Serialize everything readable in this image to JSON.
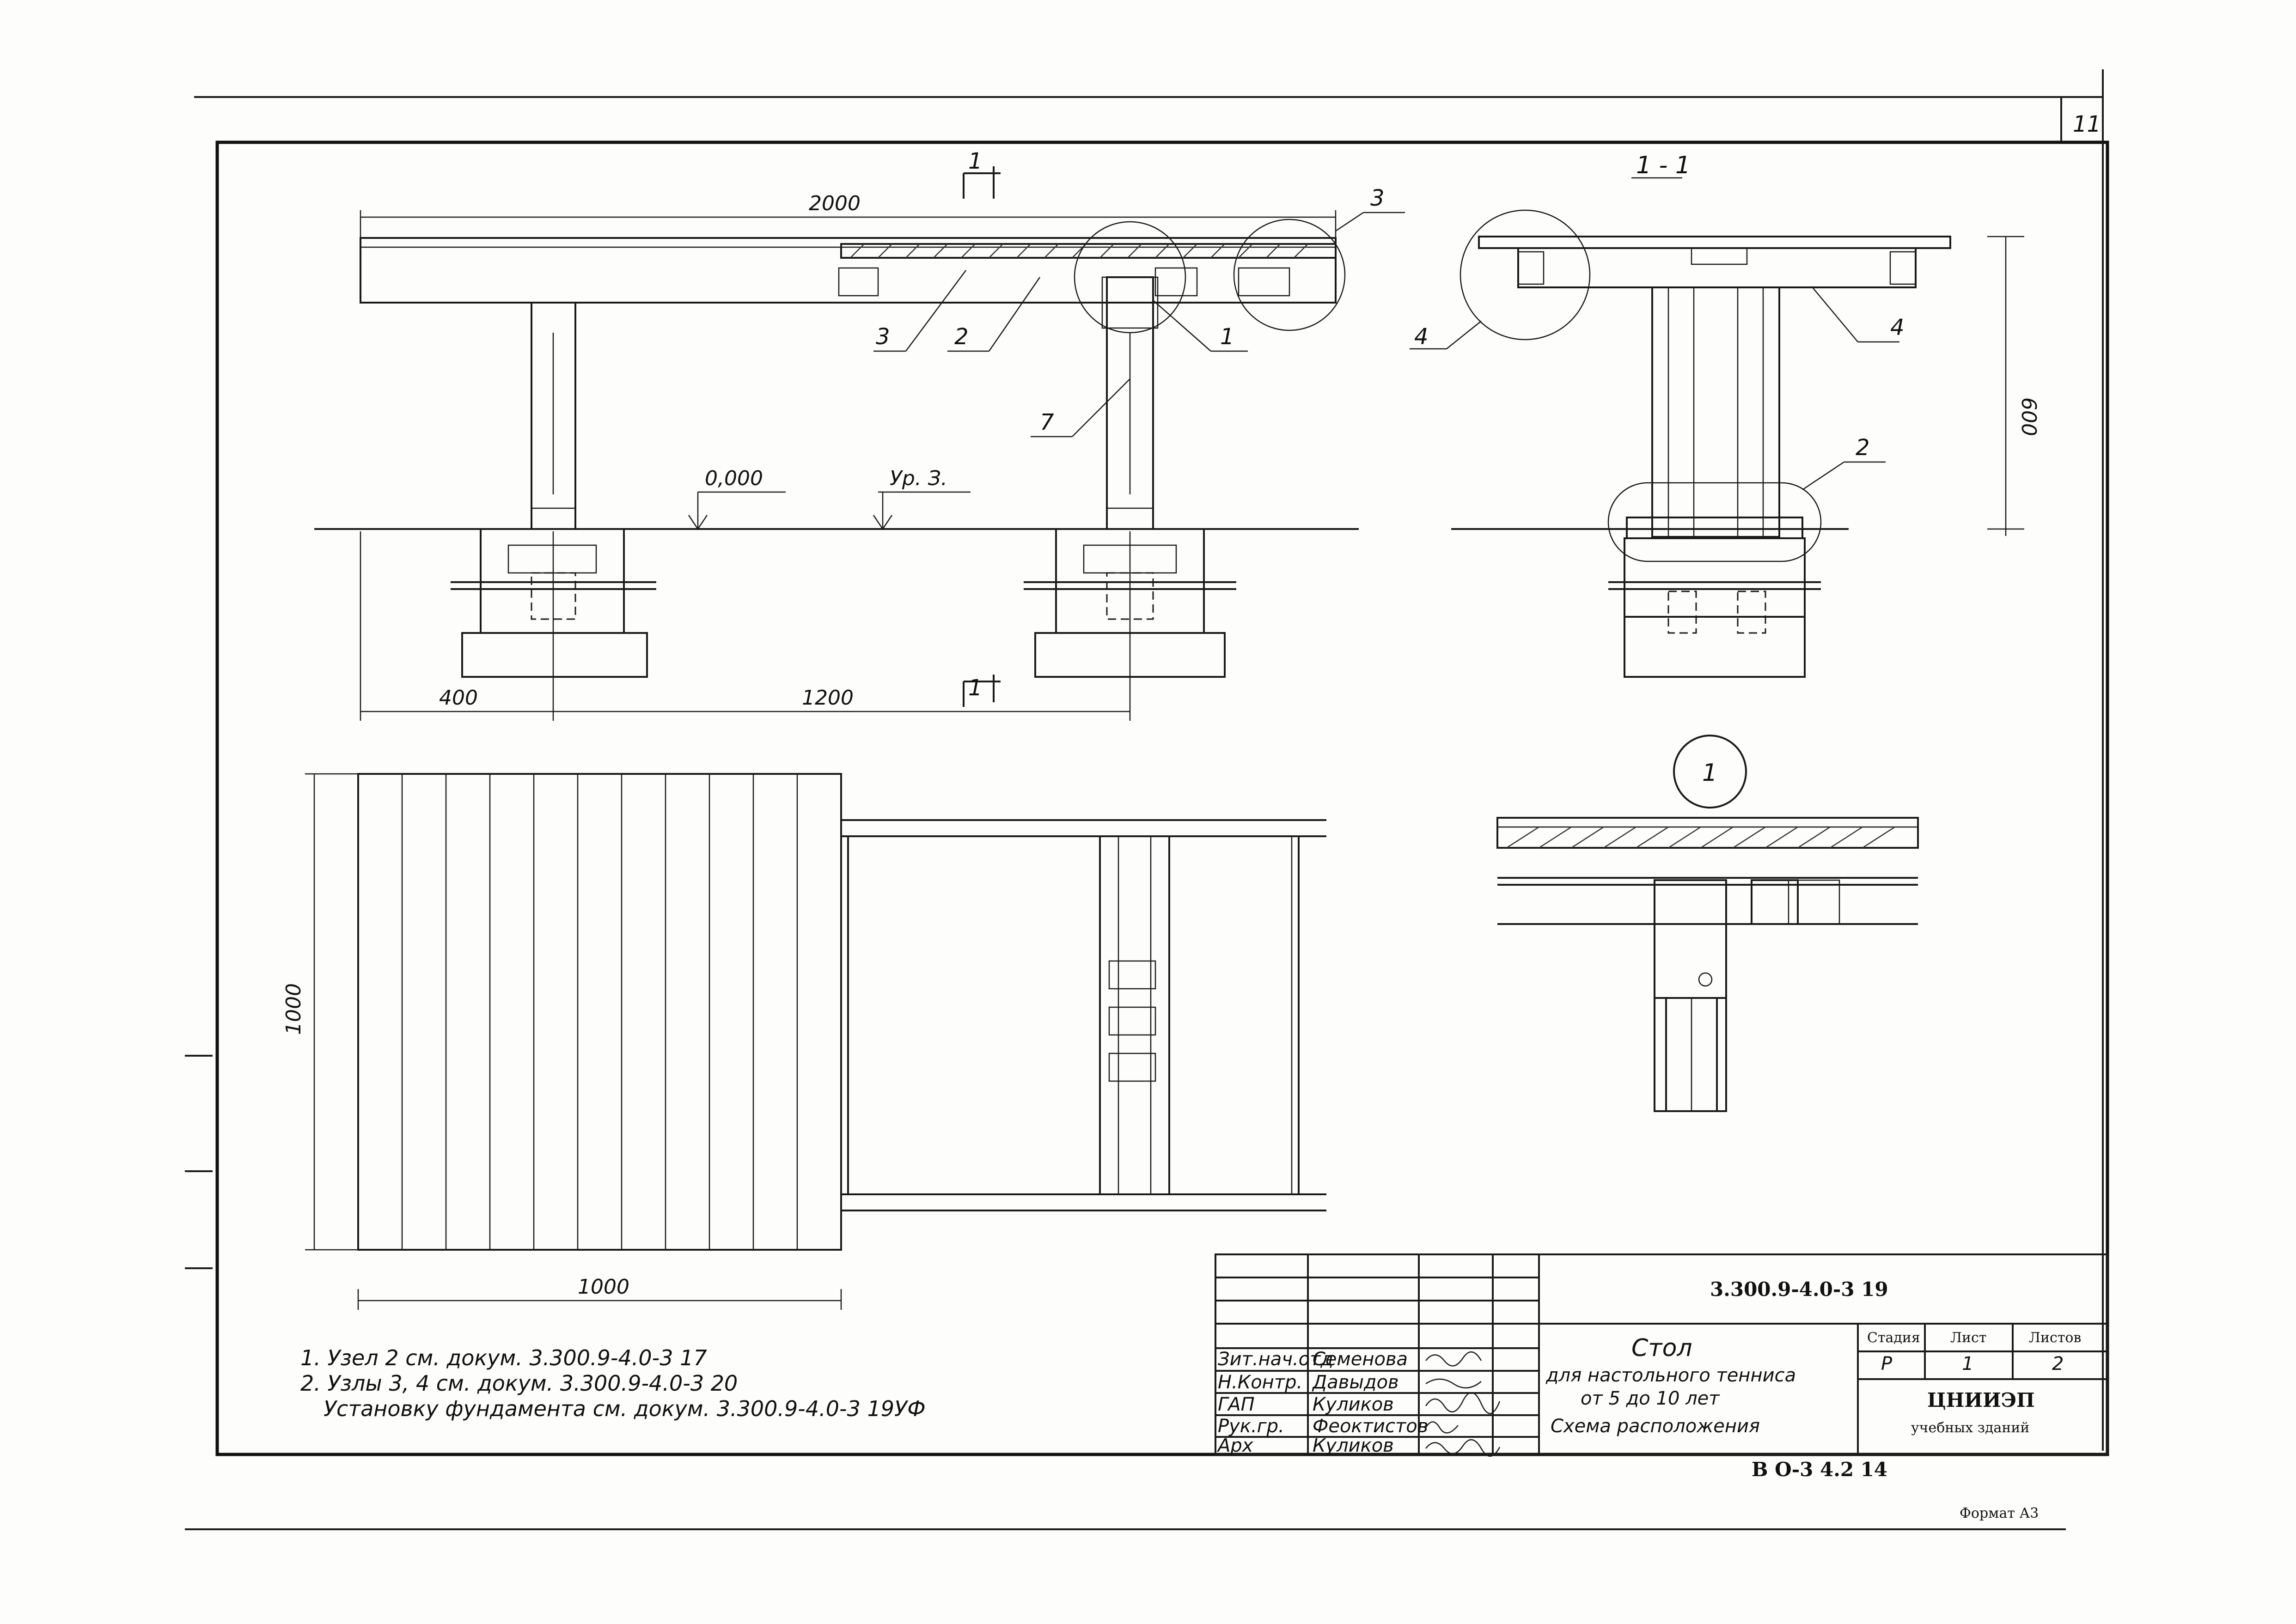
{
  "sheet_number": "11",
  "views": {
    "elevation": {
      "dim_total": "2000",
      "dim_left": "400",
      "dim_mid": "1200",
      "level_zero": "0,000",
      "level_ground": "Ур. З.",
      "section_mark": "1",
      "callouts": [
        "3",
        "3",
        "2",
        "1",
        "7"
      ]
    },
    "section": {
      "title": "1 - 1",
      "dim_height": "600",
      "callouts": [
        "4",
        "4",
        "2"
      ]
    },
    "plan": {
      "dim_width": "1000",
      "dim_depth": "1000"
    },
    "detail": {
      "label": "1"
    }
  },
  "notes": [
    "1. Узел 2 см. докум. 3.300.9-4.0-3 17",
    "2. Узлы 3, 4 см. докум. 3.300.9-4.0-3 20",
    "Установку фундамента см. докум. 3.300.9-4.0-3 19УФ"
  ],
  "title_block": {
    "doc_code": "3.300.9-4.0-3 19",
    "roles": [
      {
        "role": "Зит.нач.отд",
        "name": "Семенова"
      },
      {
        "role": "Н.Контр.",
        "name": "Давыдов"
      },
      {
        "role": "ГАП",
        "name": "Куликов"
      },
      {
        "role": "Рук.гр.",
        "name": "Феоктистов"
      },
      {
        "role": "Арх",
        "name": "Куликов"
      }
    ],
    "title_lines": [
      "Стол",
      "для настольного тенниса",
      "от 5 до 10 лет",
      "Схема расположения"
    ],
    "stage_header": "Стадия",
    "sheet_header": "Лист",
    "sheets_header": "Листов",
    "stage_value": "Р",
    "sheet_value": "1",
    "sheets_value": "2",
    "org_name": "ЦНИИЭП",
    "org_sub": "учебных зданий"
  },
  "archive_code": "В О-3 4.2 14",
  "format": "Формат А3"
}
